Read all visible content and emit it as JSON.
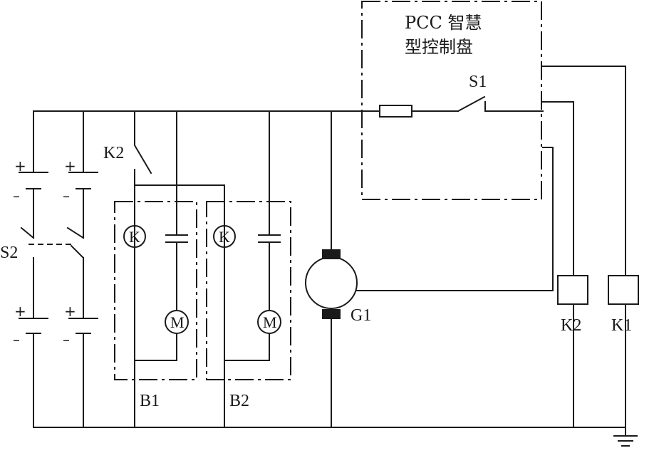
{
  "panel": {
    "title_line1": "PCC 智慧",
    "title_line2": "型控制盘"
  },
  "labels": {
    "s1": "S1",
    "s2": "S2",
    "k2_switch": "K2",
    "b1": "B1",
    "b2": "B2",
    "g1": "G1",
    "k1_relay": "K1",
    "k2_relay": "K2"
  },
  "symbols": {
    "relay_coil": "K",
    "motor": "M",
    "plus": "+",
    "minus": "–"
  }
}
